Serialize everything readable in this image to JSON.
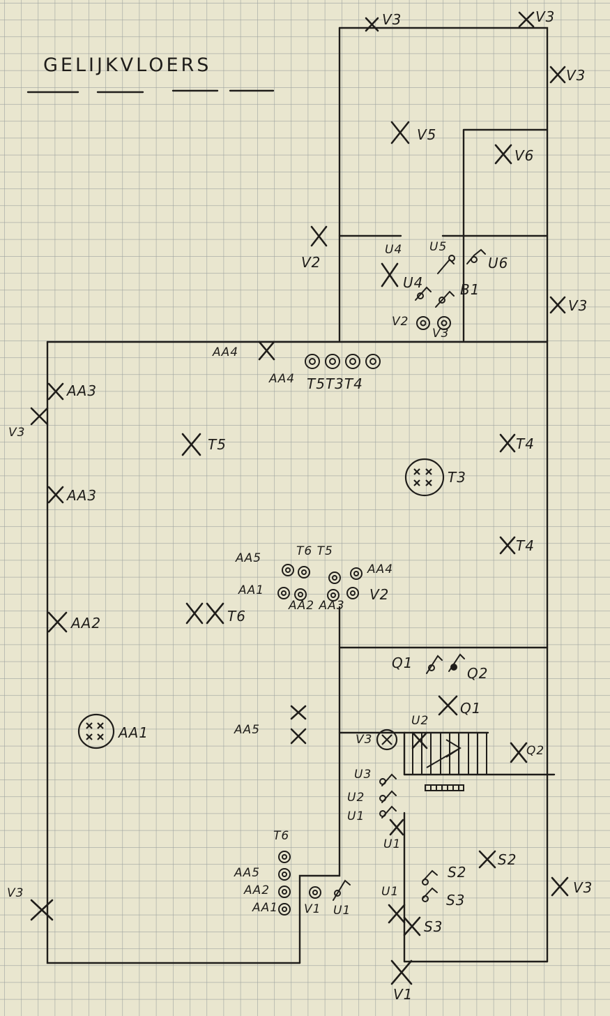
{
  "title": "GELIJKVLOERS",
  "labels": {
    "v3_top1": "V3",
    "v3_top2": "V3",
    "v3_right1": "V3",
    "v5": "V5",
    "v6_room": "V6",
    "v2_left": "V2",
    "u4": "U4",
    "u5": "U5",
    "u6": "U6",
    "u4_x": "U4",
    "b1": "B1",
    "v3_right2": "V3",
    "v2_sock": "V2",
    "v3_sock": "V3",
    "aa4_top": "AA4",
    "aa4_sock": "AA4",
    "t5t3t4": "T5T3T4",
    "aa3_a": "AA3",
    "v3_left": "V3",
    "t5_mid": "T5",
    "t4_a": "T4",
    "t3_lamp": "T3",
    "aa3_b": "AA3",
    "t4_b": "T4",
    "aa5_c": "AA5",
    "t6t5_c": "T6 T5",
    "aa4_c": "AA4",
    "aa1_c": "AA1",
    "v2_c": "V2",
    "aa2aa3_c": "AA2 AA3",
    "t6_x": "T6",
    "aa2_x": "AA2",
    "q1_sw": "Q1",
    "q2_sw": "Q2",
    "q1_x": "Q1",
    "aa1_lamp": "AA1",
    "aa5_x": "AA5",
    "v3_st": "V3",
    "u2_st": "U2",
    "q2_x": "Q2",
    "u3_sw": "U3",
    "u2_sw": "U2",
    "u1_sw": "U1",
    "u1_x": "U1",
    "t6_s": "T6",
    "aa5_s": "AA5",
    "aa2_s": "AA2",
    "aa1_s": "AA1",
    "v1_sw": "V1",
    "u1_sw2": "U1",
    "s2_x": "S2",
    "s2_sw": "S2",
    "s3_sw": "S3",
    "u1_b": "U1",
    "s3_x": "S3",
    "v3_br": "V3",
    "v3_bl": "V3",
    "v1_bot": "V1"
  },
  "colors": {
    "paper": "#e9e6cf",
    "grid": "#9ea3a0",
    "ink": "#1f1d1a"
  }
}
